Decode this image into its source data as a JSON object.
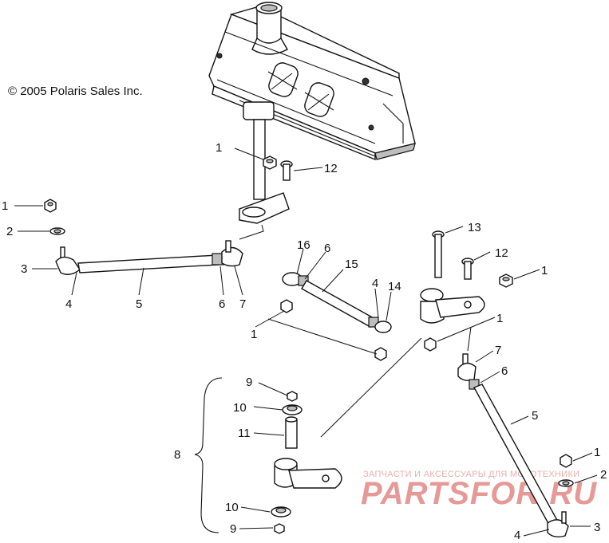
{
  "copyright": "© 2005 Polaris Sales Inc.",
  "watermark": {
    "top_text": "ЗАПЧАСТИ И АКСЕССУАРЫ ДЛЯ МОТОТЕХНИКИ",
    "brand": "PARTSFOR.RU"
  },
  "callouts": [
    {
      "id": "c1a",
      "label": "1"
    },
    {
      "id": "c12a",
      "label": "12"
    },
    {
      "id": "c1b",
      "label": "1"
    },
    {
      "id": "c2a",
      "label": "2"
    },
    {
      "id": "c3a",
      "label": "3"
    },
    {
      "id": "c4a",
      "label": "4"
    },
    {
      "id": "c5a",
      "label": "5"
    },
    {
      "id": "c6a",
      "label": "6"
    },
    {
      "id": "c7a",
      "label": "7"
    },
    {
      "id": "c16",
      "label": "16"
    },
    {
      "id": "c6b",
      "label": "6"
    },
    {
      "id": "c15",
      "label": "15"
    },
    {
      "id": "c4b",
      "label": "4"
    },
    {
      "id": "c14",
      "label": "14"
    },
    {
      "id": "c1c",
      "label": "1"
    },
    {
      "id": "c13",
      "label": "13"
    },
    {
      "id": "c12b",
      "label": "12"
    },
    {
      "id": "c1d",
      "label": "1"
    },
    {
      "id": "c1e",
      "label": "1"
    },
    {
      "id": "c7b",
      "label": "7"
    },
    {
      "id": "c6c",
      "label": "6"
    },
    {
      "id": "c5b",
      "label": "5"
    },
    {
      "id": "c9a",
      "label": "9"
    },
    {
      "id": "c10a",
      "label": "10"
    },
    {
      "id": "c11",
      "label": "11"
    },
    {
      "id": "c8",
      "label": "8"
    },
    {
      "id": "c10b",
      "label": "10"
    },
    {
      "id": "c9b",
      "label": "9"
    },
    {
      "id": "c1f",
      "label": "1"
    },
    {
      "id": "c2b",
      "label": "2"
    },
    {
      "id": "c4c",
      "label": "4"
    },
    {
      "id": "c3b",
      "label": "3"
    }
  ]
}
